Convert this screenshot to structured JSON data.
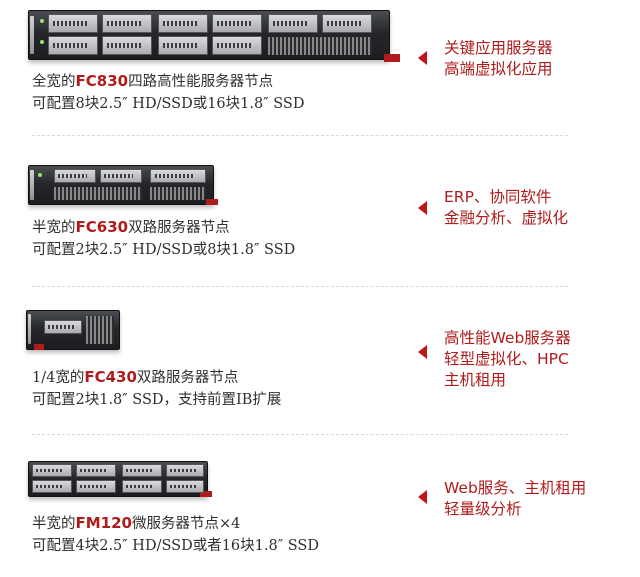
{
  "products": [
    {
      "prefix": "全宽的",
      "model": "FC830",
      "suffix": "四路高性能服务器节点",
      "config": "可配置8块2.5″ HD/SSD或16块1.8″ SSD",
      "applications": [
        "关键应用服务器",
        "高端虚拟化应用"
      ]
    },
    {
      "prefix": "半宽的",
      "model": "FC630",
      "suffix": "双路服务器节点",
      "config": "可配置2块2.5″ HD/SSD或8块1.8″ SSD",
      "applications": [
        "ERP、协同软件",
        "金融分析、虚拟化"
      ]
    },
    {
      "prefix": "1/4宽的",
      "model": "FC430",
      "suffix": "双路服务器节点",
      "config": "可配置2块1.8″ SSD，支持前置IB扩展",
      "applications": [
        "高性能Web服务器",
        "轻型虚拟化、HPC",
        "主机租用"
      ]
    },
    {
      "prefix": "半宽的",
      "model": "FM120",
      "suffix": "微服务器节点×4",
      "config": "可配置4块2.5″ HD/SSD或者16块1.8″ SSD",
      "applications": [
        "Web服务、主机租用",
        "轻量级分析"
      ]
    }
  ],
  "colors": {
    "accent": "#b01b1b",
    "arrow": "#c0151a",
    "divider": "#d9d9d9"
  },
  "icons": {
    "arrow": "left-pointing-triangle",
    "server_image": "server-node-illustration"
  }
}
